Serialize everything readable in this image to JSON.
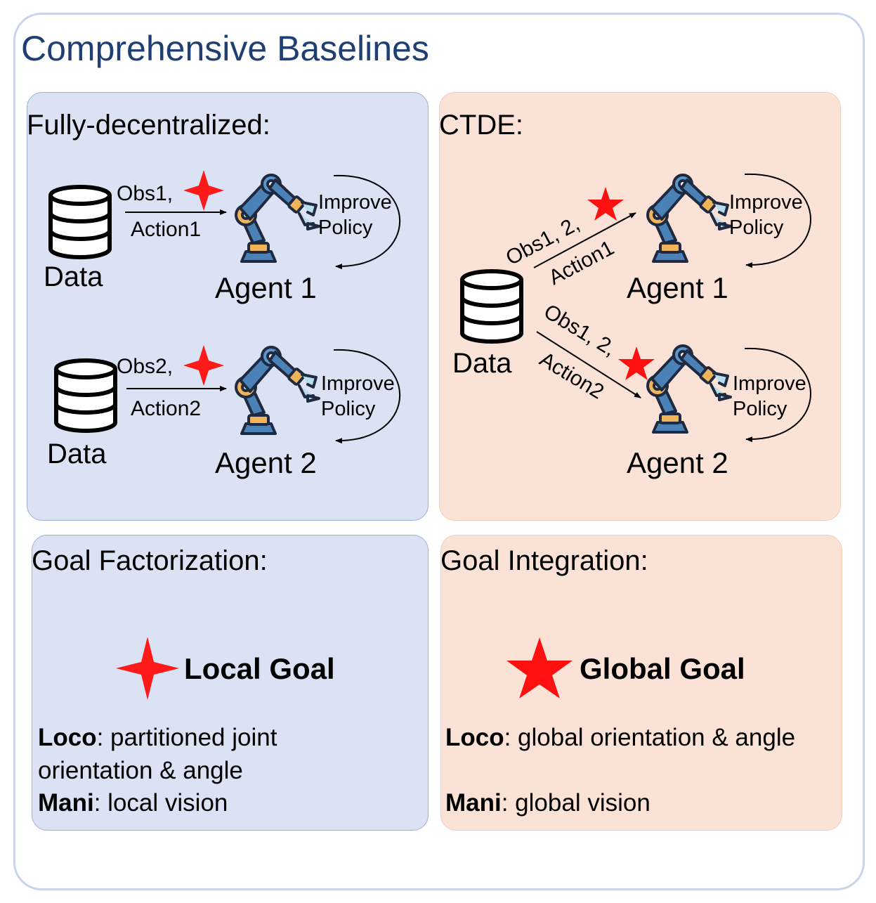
{
  "title": "Comprehensive Baselines",
  "panels": {
    "fully_decentralized": {
      "title": "Fully-decentralized:",
      "data_label_1": "Data",
      "data_label_2": "Data",
      "edge_1_top": "Obs1,",
      "edge_1_bottom": "Action1",
      "edge_2_top": "Obs2,",
      "edge_2_bottom": "Action2",
      "agent_1": "Agent 1",
      "agent_2": "Agent 2",
      "loop_1_line1": "Improve",
      "loop_1_line2": "Policy",
      "loop_2_line1": "Improve",
      "loop_2_line2": "Policy"
    },
    "ctde": {
      "title": "CTDE:",
      "data_label": "Data",
      "edge_1_top": "Obs1, 2,",
      "edge_1_bottom": "Action1",
      "edge_2_top": "Obs1, 2,",
      "edge_2_bottom": "Action2",
      "agent_1": "Agent 1",
      "agent_2": "Agent 2",
      "loop_1_line1": "Improve",
      "loop_1_line2": "Policy",
      "loop_2_line1": "Improve",
      "loop_2_line2": "Policy"
    },
    "goal_factorization": {
      "title": "Goal Factorization:",
      "goal_label": "Local Goal",
      "loco_key": "Loco",
      "loco_text_1": ": partitioned joint",
      "loco_text_2": "orientation & angle",
      "mani_key": "Mani",
      "mani_text": ": local vision"
    },
    "goal_integration": {
      "title": "Goal Integration:",
      "goal_label": "Global Goal",
      "loco_key": "Loco",
      "loco_text": ": global orientation & angle",
      "mani_key": "Mani",
      "mani_text": ": global vision"
    }
  },
  "colors": {
    "title": "#1f3f73",
    "panel_blue": "#dae2f3",
    "panel_peach": "#fae3d6",
    "local_goal_icon": "#ff1a1a",
    "global_goal_icon": "#ff1010",
    "robot_arm": "#4a82b8",
    "robot_joint": "#f0b45a",
    "robot_claw": "#b8dcf0"
  },
  "icons": [
    "database-icon",
    "robot-arm-icon",
    "four-point-star-icon",
    "five-point-star-icon",
    "loop-arrow-icon"
  ]
}
